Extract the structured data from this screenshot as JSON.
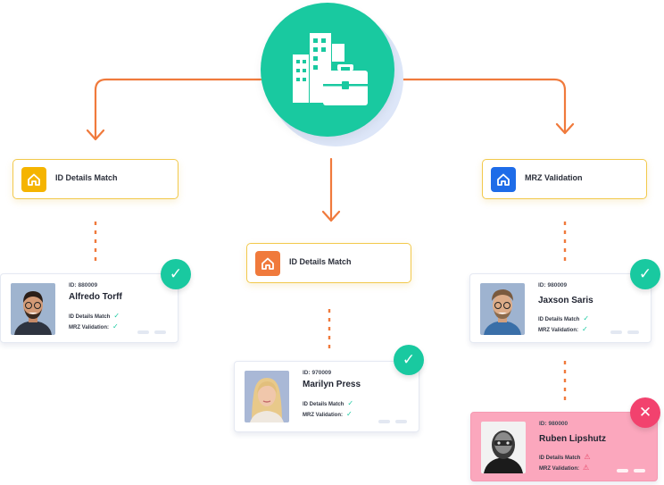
{
  "colors": {
    "accent": "#19c9a0",
    "connector": "#f07a3c",
    "fail": "#f2426e",
    "card_alert_bg": "#fba7bd"
  },
  "checks": [
    {
      "label": "ID Details Match",
      "icon": "home-icon",
      "icon_color": "#f5b400"
    },
    {
      "label": "ID Details Match",
      "icon": "home-icon",
      "icon_color": "#f07a3c"
    },
    {
      "label": "MRZ Validation",
      "icon": "home-icon",
      "icon_color": "#1e6ce8"
    }
  ],
  "profiles": [
    {
      "id_text": "ID: 880009",
      "name": "Alfredo Torff",
      "row1": "ID Details Match",
      "row2": "MRZ Validation:",
      "status": "verified"
    },
    {
      "id_text": "ID: 970009",
      "name": "Marilyn Press",
      "row1": "ID Details Match",
      "row2": "MRZ Validation:",
      "status": "verified"
    },
    {
      "id_text": "ID: 980009",
      "name": "Jaxson Saris",
      "row1": "ID Details Match",
      "row2": "MRZ Validation:",
      "status": "verified"
    },
    {
      "id_text": "ID: 980000",
      "name": "Ruben Lipshutz",
      "row1": "ID Details Match",
      "row2": "MRZ Validation:",
      "status": "failed"
    }
  ],
  "glyphs": {
    "check": "✓",
    "cross": "✕",
    "warn": "⚠"
  }
}
